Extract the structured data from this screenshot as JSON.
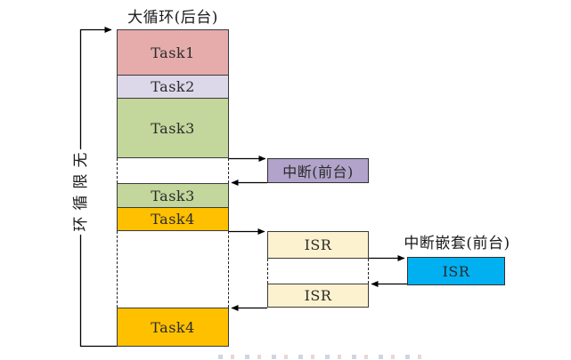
{
  "figure": {
    "top_label": "大循环(后台)",
    "infinite_loop": {
      "label": "无限循环",
      "chars": [
        "无",
        "限",
        "循",
        "环"
      ]
    },
    "background_tasks": [
      {
        "label": "Task1",
        "color": "#e5acab"
      },
      {
        "label": "Task2",
        "color": "#dcd8ea"
      },
      {
        "label": "Task3",
        "color": "#c3d69b"
      },
      {
        "label": "Task3",
        "color": "#c3d69b"
      },
      {
        "label": "Task4",
        "color": "#ffc000"
      },
      {
        "label": "Task4",
        "color": "#ffc000"
      }
    ],
    "interrupt_box": {
      "label": "中断(前台)",
      "color": "#b1a3ca"
    },
    "isr_column": [
      {
        "label": "ISR",
        "color": "#fdf2cf"
      },
      {
        "label": "ISR",
        "color": "#fdf2cf"
      }
    ],
    "nested_interrupt": {
      "title": "中断嵌套(前台)",
      "label": "ISR",
      "color": "#00b0f0"
    }
  }
}
